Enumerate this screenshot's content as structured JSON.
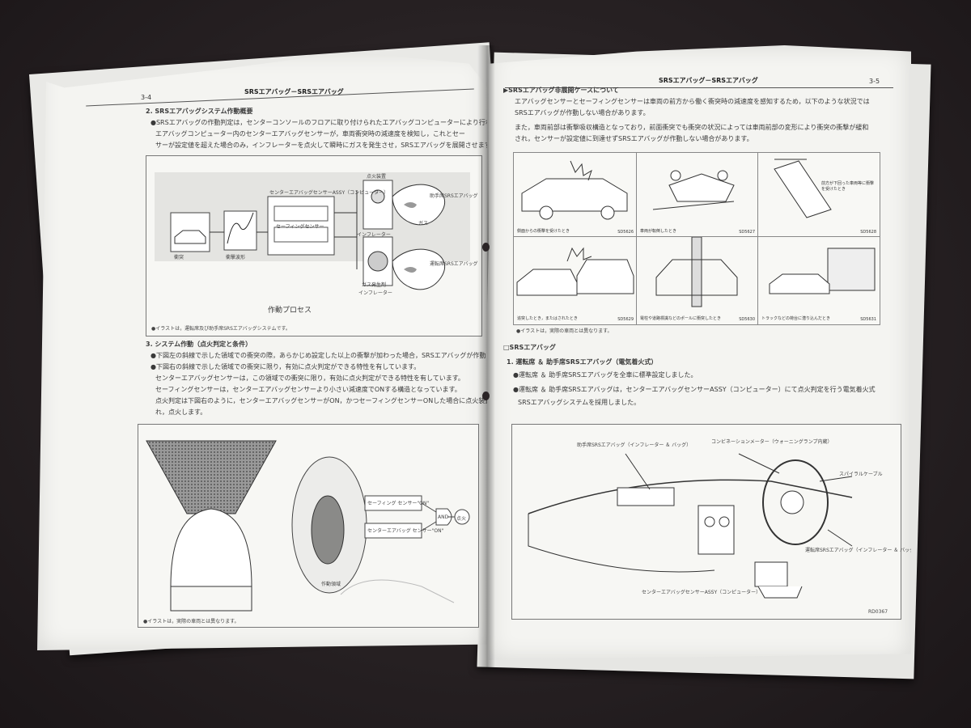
{
  "left_page": {
    "header": "SRSエアバッグ－SRSエアバッグ",
    "page_number": "3-4",
    "section2_title": "2. SRSエアバッグシステム作動概要",
    "section2_lines": [
      "●SRSエアバッグの作動判定は，センターコンソールのフロアに取り付けられたエアバッグコンピューターにより行われます。",
      "エアバッグコンピューター内のセンターエアバッグセンサーが，車両衝突時の減速度を検知し，これとセー",
      "サーが設定値を超えた場合のみ，インフレーターを点火して瞬時にガスを発生させ，SRSエアバッグを展開させます。"
    ],
    "diagram_caption": "作動プロセス",
    "diagram_note": "●イラストは，運転席及び助手席SRSエアバッグシステムです。",
    "diagram_labels": {
      "impact": "衝突",
      "decel_wave": "衝撃波形",
      "center_sensor": "センターエアバッグセンサーASSY（コンピューター）",
      "safing_sensor": "セーフィングセンサー",
      "ignition": "点火装置",
      "inflator_top": "インフレーター",
      "inflator_bottom": "インフレーター",
      "gas": "ガス",
      "passenger_bag": "助手席SRSエアバッグ",
      "driver_bag": "運転席SRSエアバッグ",
      "gas_generator": "ガス発生剤"
    },
    "section3_title": "3. システム作動（点火判定と条件）",
    "section3_lines": [
      "●下図左の斜線で示した領域での衝突の際，あらかじめ設定した以上の衝撃が加わった場合，SRSエアバッグが作動します。",
      "●下図右の斜線で示した領域での衝突に限り，有効に点火判定ができる特性を有しています。",
      "センターエアバッグセンサーは，この領域での衝突に限り，有効に点火判定ができる特性を有しています。",
      "セーフィングセンサーは，センターエアバッグセンサーより小さい減速度でONする構造となっています。",
      "点火判定は下図右のように，センターエアバッグセンサーがON，かつセーフィングセンサーONした場合に点火装置へ電流が流",
      "れ，点火します。"
    ],
    "logic_labels": {
      "safing_on": "セーフィング センサー\"ON\"",
      "center_on": "センターエアバッグ センサー\"ON\"",
      "and_gate": "AND",
      "ignite": "点火",
      "zone": "作動領域"
    },
    "bottom_note": "●イラストは，実際の車両とは異なります。"
  },
  "right_page": {
    "header": "SRSエアバッグ－SRSエアバッグ",
    "page_number": "3-5",
    "section_title": "▶SRSエアバッグ非展開ケースについて",
    "intro_lines": [
      "エアバッグセンサーとセーフィングセンサーは車両の前方から働く衝突時の減速度を感知するため，以下のような状況では",
      "SRSエアバッグが作動しない場合があります。",
      "また，車両前部は衝撃吸収構造となっており，前面衝突でも衝突の状況によっては車両前部の変形により衝突の衝撃が緩和",
      "され，センサーが設定値に到達せずSRSエアバッグが作動しない場合があります。"
    ],
    "cases": [
      {
        "caption": "側面からの衝撃を受けたとき",
        "id": "SD5626"
      },
      {
        "caption": "車両が転倒したとき",
        "id": "SD5627"
      },
      {
        "caption": "前方が下回った車両等に衝撃を受けたとき",
        "id": "SD5628"
      },
      {
        "caption": "追突したとき，またはされたとき",
        "id": "SD5629"
      },
      {
        "caption": "電柱や道路標識などのポールに衝突したとき",
        "id": "SD5630"
      },
      {
        "caption": "トラックなどの荷台に潜り込んだとき",
        "id": "SD5631"
      }
    ],
    "cases_note": "●イラストは，実際の車両とは異なります。",
    "srs_title": "□SRSエアバッグ",
    "srs_sub": "1. 運転席 ＆ 助手席SRSエアバッグ（電気着火式）",
    "srs_lines": [
      "●運転席 ＆ 助手席SRSエアバッグを全車に標準設定しました。",
      "●運転席 ＆ 助手席SRSエアバッグは，センターエアバッグセンサーASSY（コンピューター）にて点火判定を行う電気着火式",
      "SRSエアバッグシステムを採用しました。"
    ],
    "dash_labels": {
      "passenger_bag": "助手席SRSエアバッグ（インフレーター ＆ バッグ）",
      "combination_meter": "コンビネーションメーター（ウォーニングランプ内蔵）",
      "spiral_cable": "スパイラルケーブル",
      "driver_bag": "運転席SRSエアバッグ（インフレーター ＆ バッグ）",
      "center_sensor": "センターエアバッグセンサーASSY（コンピューター）"
    },
    "figure_id": "RD0367"
  }
}
